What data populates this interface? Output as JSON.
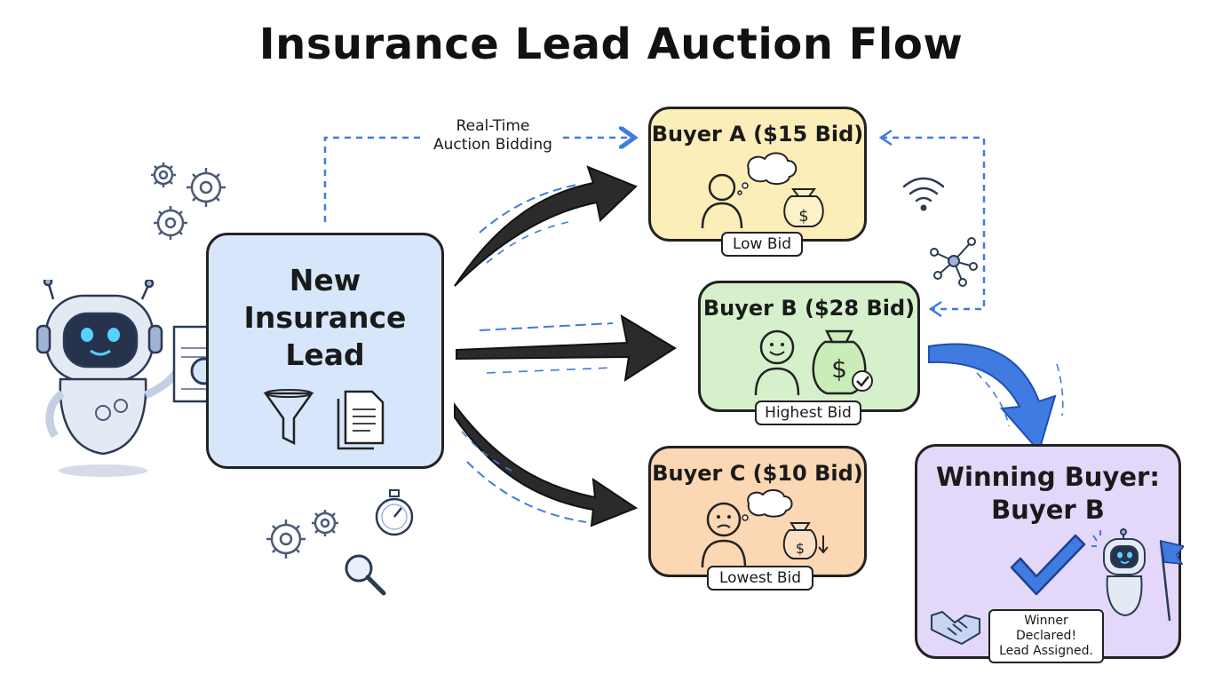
{
  "title": "Insurance Lead Auction Flow",
  "lead": {
    "label": "New\nInsurance\nLead"
  },
  "auction_label": "Real-Time\nAuction Bidding",
  "buyers": [
    {
      "title": "Buyer A ($15 Bid)",
      "tag": "Low Bid",
      "color": "#fbeeb8"
    },
    {
      "title": "Buyer B ($28 Bid)",
      "tag": "Highest Bid",
      "color": "#d6f0cc"
    },
    {
      "title": "Buyer C ($10 Bid)",
      "tag": "Lowest Bid",
      "color": "#fbd7b3"
    }
  ],
  "winner": {
    "title": "Winning Buyer:\nBuyer B",
    "note": "Winner Declared!\nLead Assigned.",
    "color": "#e3d8f9"
  },
  "colors": {
    "lead_box": "#d7e6fb",
    "accent_blue": "#3f7be0",
    "arrow_dark": "#2b2b2b"
  },
  "icons": [
    "robot-icon",
    "document-search-icon",
    "gear-icon",
    "funnel-icon",
    "documents-icon",
    "stopwatch-icon",
    "magnifier-icon",
    "person-icon",
    "thought-bubble-icon",
    "money-bag-icon",
    "wifi-icon",
    "network-icon",
    "checkmark-icon",
    "handshake-icon",
    "flag-icon"
  ]
}
